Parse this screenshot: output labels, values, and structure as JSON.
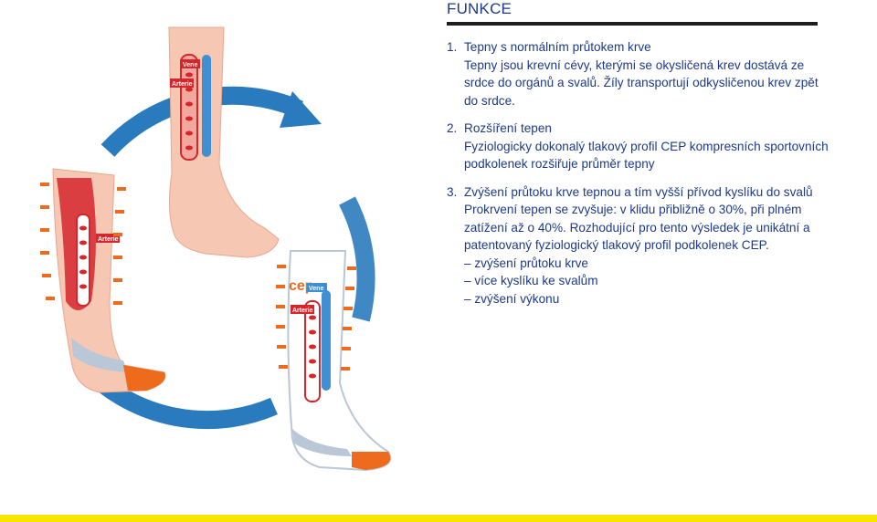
{
  "heading": "FUNKCE",
  "sections": [
    {
      "number": "1.",
      "title": "Tepny s normálním průtokem krve",
      "body": "Tepny jsou krevní cévy, kterými se okysličená krev dostává ze srdce do orgánů a svalů. Žíly transportují odkysličenou krev zpět do srdce."
    },
    {
      "number": "2.",
      "title": "Rozšíření tepen",
      "body": "Fyziologicky dokonalý tlakový profil CEP kompresních sportovních podkolenek rozšiřuje průměr tepny"
    },
    {
      "number": "3.",
      "title": "Zvýšení průtoku krve tepnou a tím vyšší přívod kyslíku do svalů",
      "body": "Prokrvení tepen se zvyšuje: v klidu přibližně o 30%, při plném zatížení až o 40%. Rozhodující pro tento výsledek je unikátní a patentovaný fyziologický tlakový profil podkolenek CEP.",
      "bullets": [
        "– zvýšení průtoku krve",
        "– více kyslíku ke svalům",
        "– zvýšení výkonu"
      ]
    }
  ],
  "illustration": {
    "vein_label": "Vene",
    "artery_label": "Arterie",
    "brand_label": "cep"
  },
  "colors": {
    "text": "#1d3a8a",
    "cycle_arrow": "#2a7bbd",
    "skin": "#f6c7b3",
    "artery": "#d6262b",
    "vein": "#3f8fd2",
    "accent_orange": "#ee6a1c",
    "bottom_bar": "#f6e600"
  }
}
